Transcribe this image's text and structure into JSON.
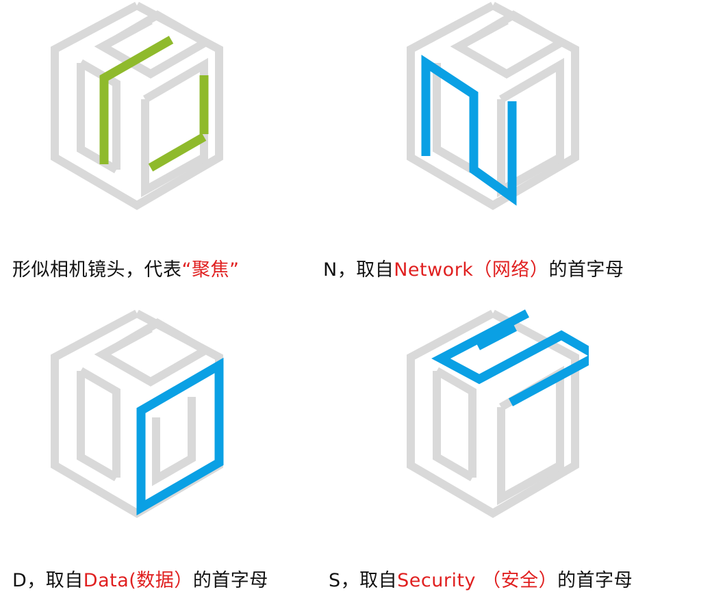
{
  "colors": {
    "outline": "#d9d9d9",
    "green": "#8fba2c",
    "blue": "#0aa0e4",
    "text": "#111111",
    "accent_text": "#e02020"
  },
  "panels": [
    {
      "highlight": "lens",
      "highlight_color": "green",
      "caption": {
        "pre": "形似相机镜头，代表",
        "accent": "“聚焦”",
        "post": ""
      }
    },
    {
      "highlight": "letter-N",
      "highlight_color": "blue",
      "caption": {
        "pre": "N，取自",
        "accent": "Network（网络）",
        "post": "的首字母"
      }
    },
    {
      "highlight": "letter-D",
      "highlight_color": "blue",
      "caption": {
        "pre": "D，取自",
        "accent": "Data(数据）",
        "post": "的首字母"
      }
    },
    {
      "highlight": "letter-S",
      "highlight_color": "blue",
      "caption": {
        "pre": "S，取自",
        "accent": "Security （安全）",
        "post": "的首字母"
      }
    }
  ]
}
